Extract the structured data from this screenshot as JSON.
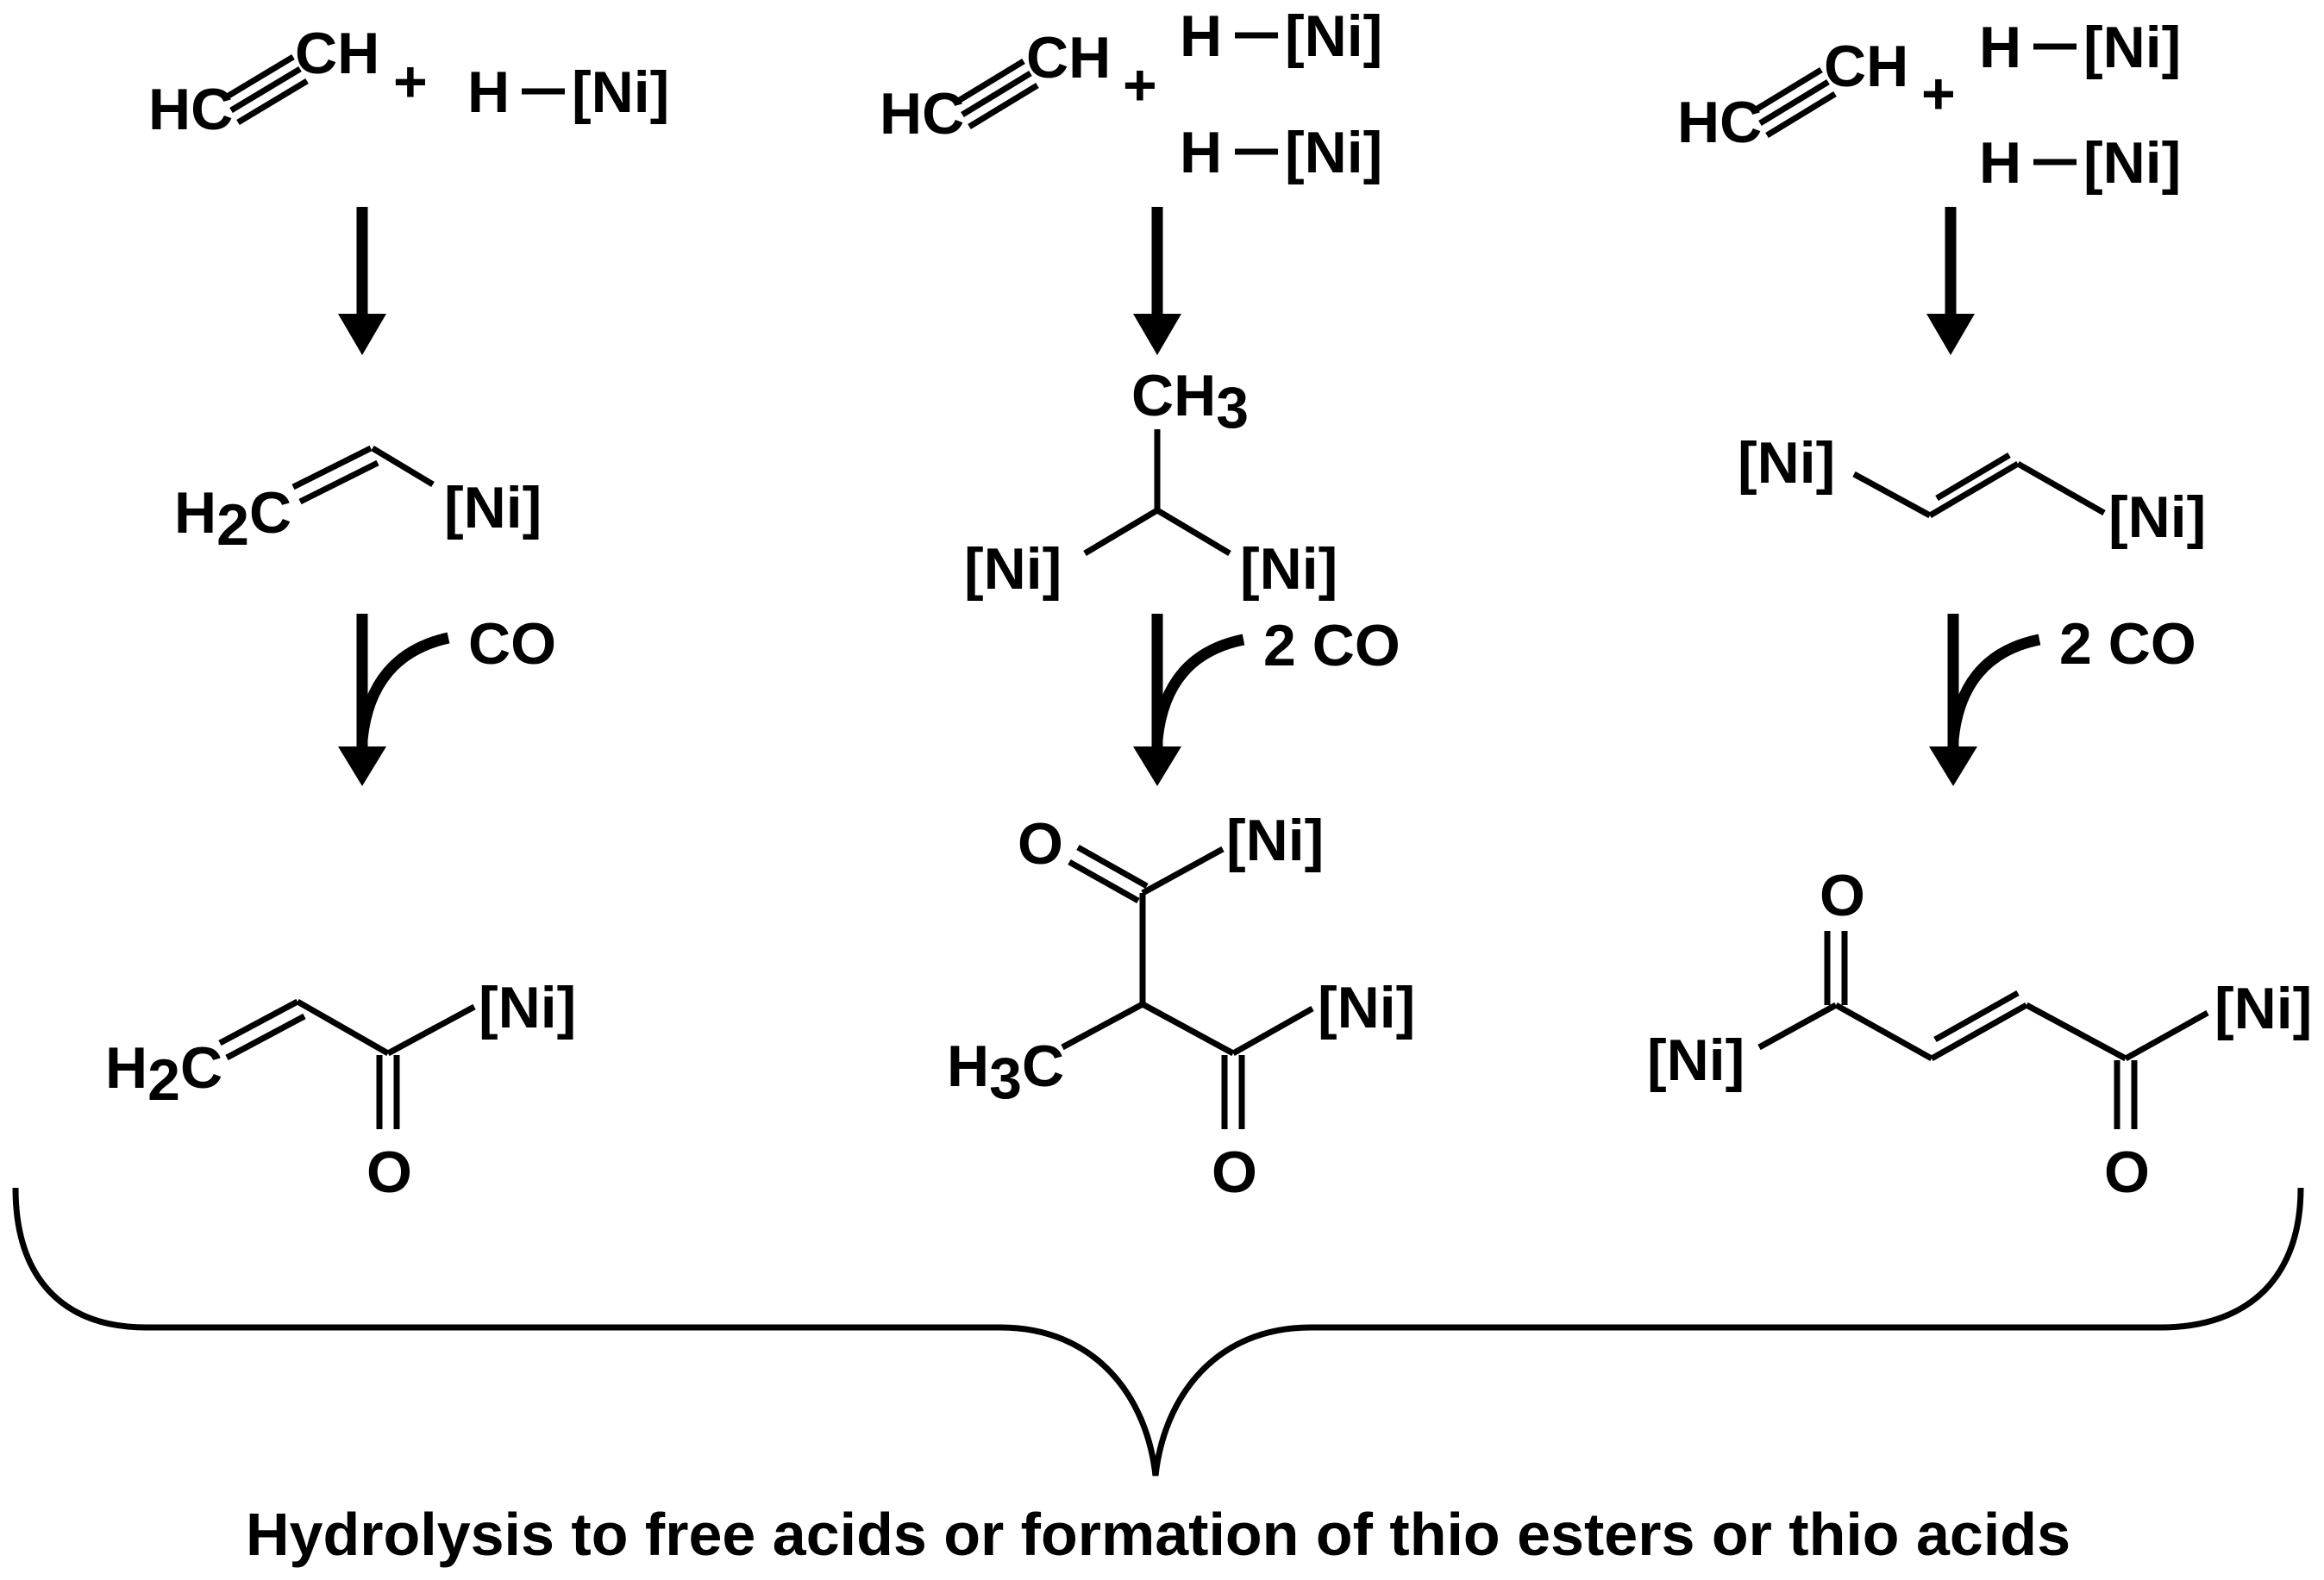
{
  "atoms": {
    "hc": "HC",
    "ch": "CH",
    "plus": "+",
    "h": "H",
    "ni": "[Ni]",
    "h2c": "H",
    "h3c": "H",
    "c_of_h2c": "C",
    "c_of_h3c": "C",
    "ch3_left": "CH",
    "sub2": "2",
    "sub3": "3",
    "oxygen": "O"
  },
  "reagents": {
    "co_one": "CO",
    "co_two": "2 CO"
  },
  "caption": "Hydrolysis to free acids or formation of thio esters or thio acids",
  "colors": {
    "ink": "#000000",
    "background": "#ffffff"
  }
}
